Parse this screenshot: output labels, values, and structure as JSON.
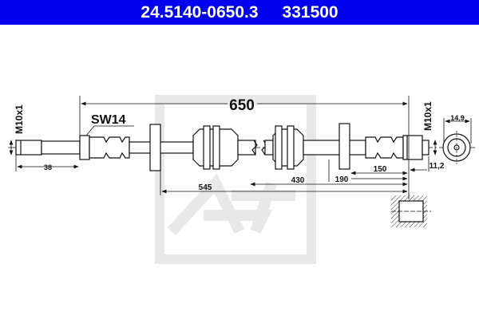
{
  "header": {
    "part_number": "24.5140-0650.3",
    "ref_number": "331500"
  },
  "drawing": {
    "thread_left": "M10x1",
    "thread_right": "M10x1",
    "wrench_size": "SW14",
    "total_length": "650",
    "dim_38": "38",
    "dim_545": "545",
    "dim_430": "430",
    "dim_190": "190",
    "dim_150": "150",
    "dim_11_2": "11,2",
    "dim_14_9": "14,9"
  },
  "watermark": {
    "logo_text": "Ate"
  },
  "colors": {
    "header_bg": "#0000ee",
    "line": "#111111",
    "watermark": "#e6e6e6"
  }
}
